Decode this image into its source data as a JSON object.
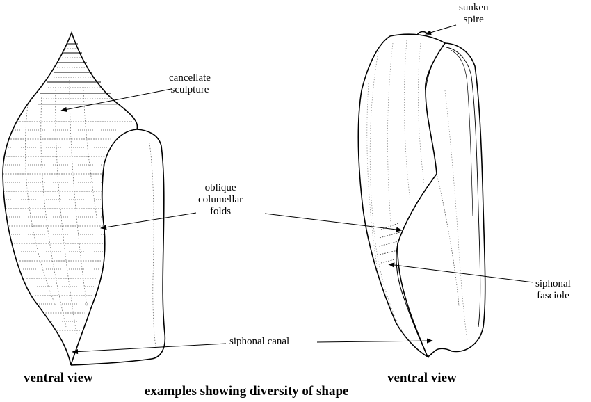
{
  "labels": {
    "sunken_spire": [
      "sunken",
      "spire"
    ],
    "cancellate_sculpture": [
      "cancellate",
      "sculpture"
    ],
    "oblique_columellar_folds": [
      "oblique",
      "columellar",
      "folds"
    ],
    "siphonal_fasciole": [
      "siphonal",
      "fasciole"
    ],
    "siphonal_canal": "siphonal canal"
  },
  "captions": {
    "left_view": "ventral view",
    "right_view": "ventral view",
    "figure": "examples showing diversity of shape"
  }
}
